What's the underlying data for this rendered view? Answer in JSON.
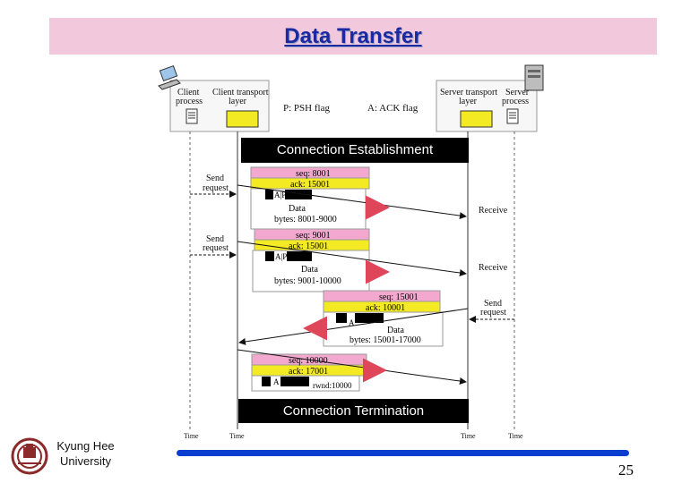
{
  "title": "Data Transfer",
  "header": {
    "client_process": [
      "Client",
      "process"
    ],
    "client_transport": [
      "Client transport",
      "layer"
    ],
    "psh_flag": "P: PSH flag",
    "ack_flag": "A: ACK flag",
    "server_transport": [
      "Server transport",
      "layer"
    ],
    "server_process": [
      "Server",
      "process"
    ]
  },
  "boxes": {
    "establishment": "Connection Establishment",
    "termination": "Connection Termination"
  },
  "labels": {
    "send_request": [
      "Send",
      "request"
    ],
    "receive": "Receive",
    "time": "Time"
  },
  "segments": [
    {
      "seq": "seq: 8001",
      "ack": "ack: 15001",
      "flag": "A|P",
      "data": "Data",
      "bytes": "bytes: 8001-9000"
    },
    {
      "seq": "seq: 9001",
      "ack": "ack: 15001",
      "flag": "A|P",
      "data": "Data",
      "bytes": "bytes: 9001-10000"
    },
    {
      "seq": "seq: 15001",
      "ack": "ack: 10001",
      "flag": "A",
      "data": "Data",
      "bytes": "bytes: 15001-17000"
    },
    {
      "seq": "seq: 10000",
      "ack": "ack: 17001",
      "flag": "A",
      "rwnd": "rwnd:10000"
    }
  ],
  "footer": {
    "university": [
      "Kyung Hee",
      "University"
    ],
    "page_number": "25"
  },
  "colors": {
    "title_bg": "#f2c8dc",
    "title_text": "#1b2aa0",
    "segment_pink": "#f3a9cf",
    "segment_yellow": "#f4ea23",
    "arrow_red": "#e0465a",
    "bottom_bar": "#0a3ed0"
  }
}
